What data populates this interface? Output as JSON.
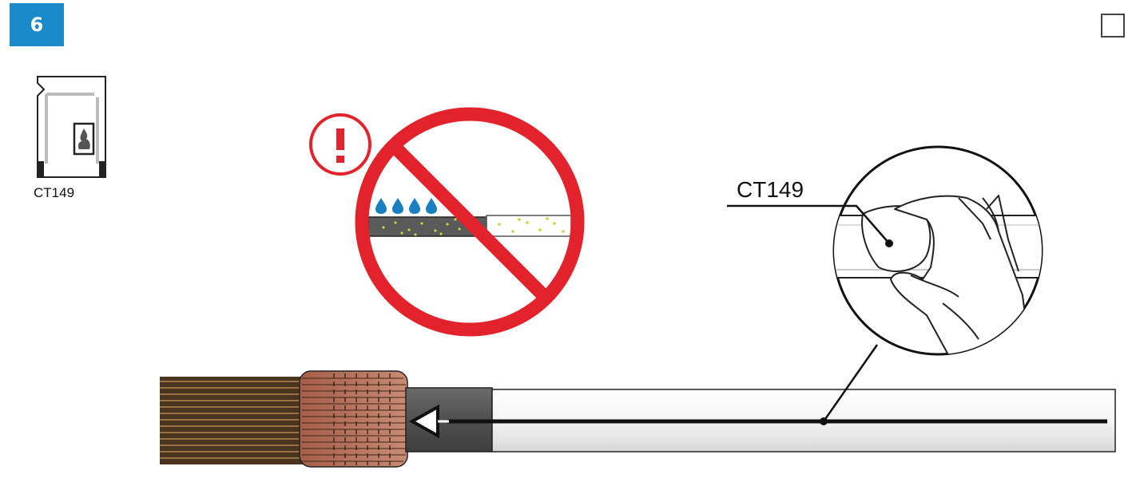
{
  "step": {
    "number": "6"
  },
  "kit": {
    "label": "CT149",
    "icon": "solvent-wipe-packet-icon"
  },
  "callout": {
    "label": "CT149"
  },
  "warning": {
    "symbol": "!",
    "icon": "exclamation-warning-icon",
    "prohibition_icon": "no-wet-cleaning-icon"
  },
  "colors": {
    "accent": "#1a8acb",
    "prohibition_red": "#e3232c",
    "water_drop": "#1a7fc1",
    "copper": "#b9735e",
    "cable_jacket": "#5a5a5a",
    "conductor_brown": "#6b4a2c"
  }
}
